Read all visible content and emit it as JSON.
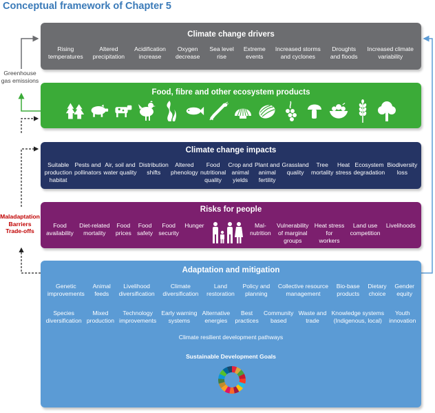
{
  "title": "Conceptual framework of Chapter 5",
  "drivers": {
    "title": "Climate change drivers",
    "items": [
      "Rising\ntemperatures",
      "Altered\nprecipitation",
      "Acidification\nincrease",
      "Oxygen\ndecrease",
      "Sea level\nrise",
      "Extreme\nevents",
      "Increased storms\nand cyclones",
      "Droughts\nand floods",
      "Increased climate\nvariability"
    ]
  },
  "food": {
    "title": "Food, fibre and other ecosystem products",
    "icons": [
      "forest-icon",
      "pig-icon",
      "cow-icon",
      "chicken-icon",
      "seaweed-icon",
      "fish-icon",
      "lobster-icon",
      "clam-icon",
      "melon-icon",
      "grapes-icon",
      "mushroom-icon",
      "vegetable-bowl-icon",
      "wheat-icon",
      "tree-icon"
    ]
  },
  "impacts": {
    "title": "Climate change impacts",
    "items": [
      "Suitable\nproduction\nhabitat",
      "Pests and\npollinators",
      "Air, soil and\nwater quality",
      "Distribution\nshifts",
      "Altered\nphenology",
      "Food\nnutritional\nquality",
      "Crop and\nanimal\nyields",
      "Plant and\nanimal\nfertility",
      "Grassland\nquality",
      "Tree\nmortality",
      "Heat\nstress",
      "Ecosystem\ndegradation",
      "Biodiversity\nloss"
    ]
  },
  "risks": {
    "title": "Risks for people",
    "items_left": [
      "Food\navailability",
      "Diet-related\nmortality",
      "Food\nprices",
      "Food\nsafety",
      "Food\nsecurity",
      "Hunger"
    ],
    "items_right": [
      "Mal-\nnutrition",
      "Vulnerability\nof marginal\ngroups",
      "Heat stress\nfor\nworkers",
      "Land use\ncompetition",
      "Livelihoods"
    ]
  },
  "adapt": {
    "title": "Adaptation and mitigation",
    "row1": [
      "Genetic\nimprovements",
      "Animal\nfeeds",
      "Livelihood\ndiversification",
      "Climate\ndiversification",
      "Land\nrestoration",
      "Policy and\nplanning",
      "Collective resource\nmanagement",
      "Bio-base\nproducts",
      "Dietary\nchoice",
      "Gender\nequity"
    ],
    "row2": [
      "Species\ndiversification",
      "Mixed\nproduction",
      "Technology\nimprovements",
      "Early warning\nsystems",
      "Alternative\nenergies",
      "Best\npractices",
      "Community\nbased",
      "Waste and\ntrade",
      "Knowledge systems\n(Indigenous, local)",
      "Youth\ninnovation"
    ],
    "pathways": "Climate resilient development pathways",
    "sdg_title": "Sustainable Development Goals"
  },
  "side": {
    "ghg": "Greenhouse\ngas emissions",
    "maladaptation": "Maladaptation\nBarriers\nTrade-offs"
  },
  "colors": {
    "drivers": "#6c6d70",
    "food": "#3bab38",
    "impacts": "#253464",
    "risks": "#7c1f6e",
    "adapt": "#5b9bd5",
    "title": "#3a7ab8",
    "maladaptation": "#c00000"
  },
  "sdg_colors": [
    "#e5243b",
    "#dda63a",
    "#4c9f38",
    "#c5192d",
    "#ff3a21",
    "#26bde2",
    "#fcc30b",
    "#a21942",
    "#fd6925",
    "#dd1367",
    "#fd9d24",
    "#bf8b2e",
    "#3f7e44",
    "#0a97d9",
    "#56c02b",
    "#00689d",
    "#19486a"
  ]
}
